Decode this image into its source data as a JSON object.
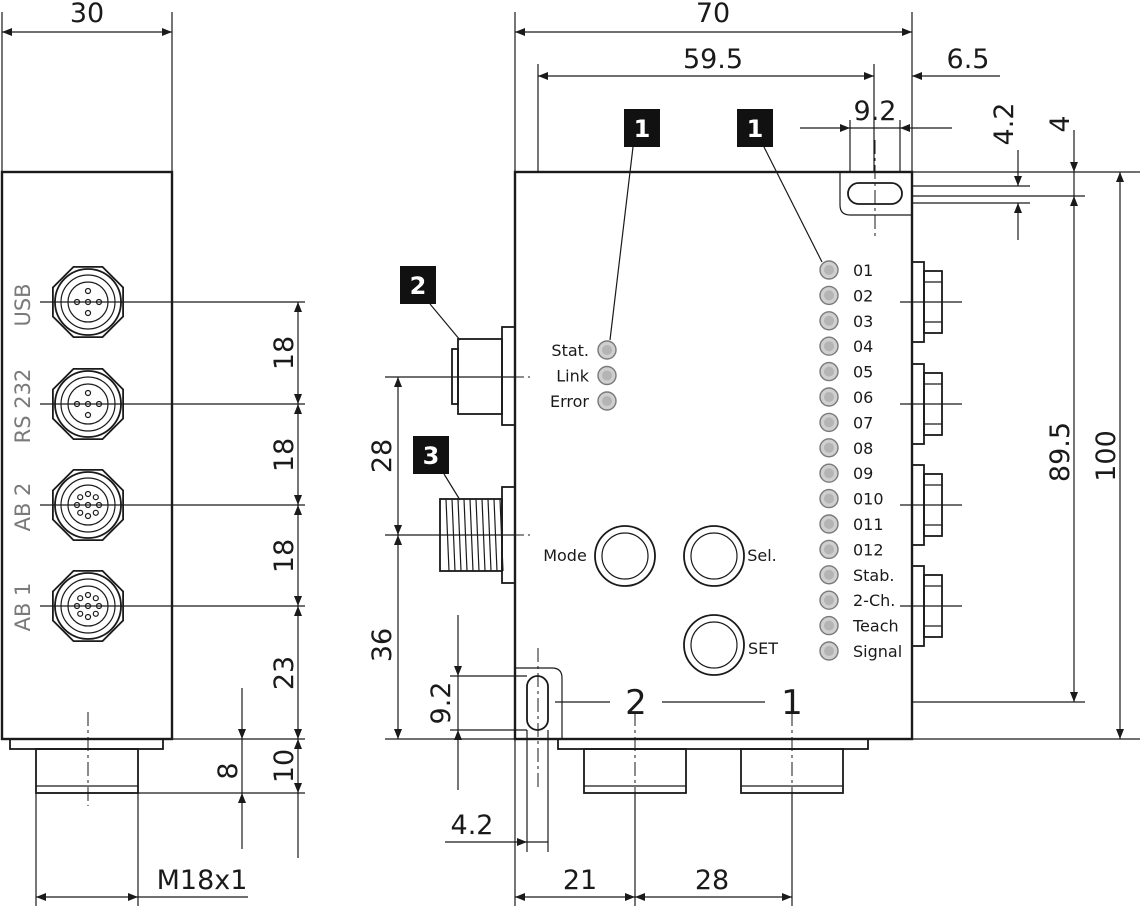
{
  "side_view": {
    "connectors": [
      {
        "label": "USB"
      },
      {
        "label": "RS 232"
      },
      {
        "label": "AB 2"
      },
      {
        "label": "AB 1"
      }
    ],
    "dims": {
      "width": "30",
      "pitch_1": "18",
      "pitch_2": "18",
      "pitch_3": "18",
      "bottom_offset": "23",
      "base": "10",
      "thread_len": "8",
      "thread": "M18x1"
    }
  },
  "front_view": {
    "dims": {
      "width": "70",
      "inner_width": "59.5",
      "edge_offset": "6.5",
      "slot_width": "9.2",
      "slot_offset": "4.2",
      "top_offset": "4",
      "height_inner": "89.5",
      "height": "100",
      "conn_spacing": "28",
      "conn_bottom": "36",
      "slot_height": "9.2",
      "left_slot_offset": "4.2",
      "bottom_left": "21",
      "bottom_spacing": "28"
    },
    "callouts": [
      "1",
      "1",
      "2",
      "3"
    ],
    "status_leds": [
      "Stat.",
      "Link",
      "Error"
    ],
    "channel_leds": [
      "01",
      "02",
      "03",
      "04",
      "05",
      "06",
      "07",
      "08",
      "09",
      "010",
      "011",
      "012",
      "Stab.",
      "2-Ch.",
      "Teach",
      "Signal"
    ],
    "buttons": [
      {
        "label": "Mode"
      },
      {
        "label": "Sel."
      },
      {
        "label": "SET"
      }
    ],
    "port_numbers": [
      "2",
      "1"
    ]
  }
}
